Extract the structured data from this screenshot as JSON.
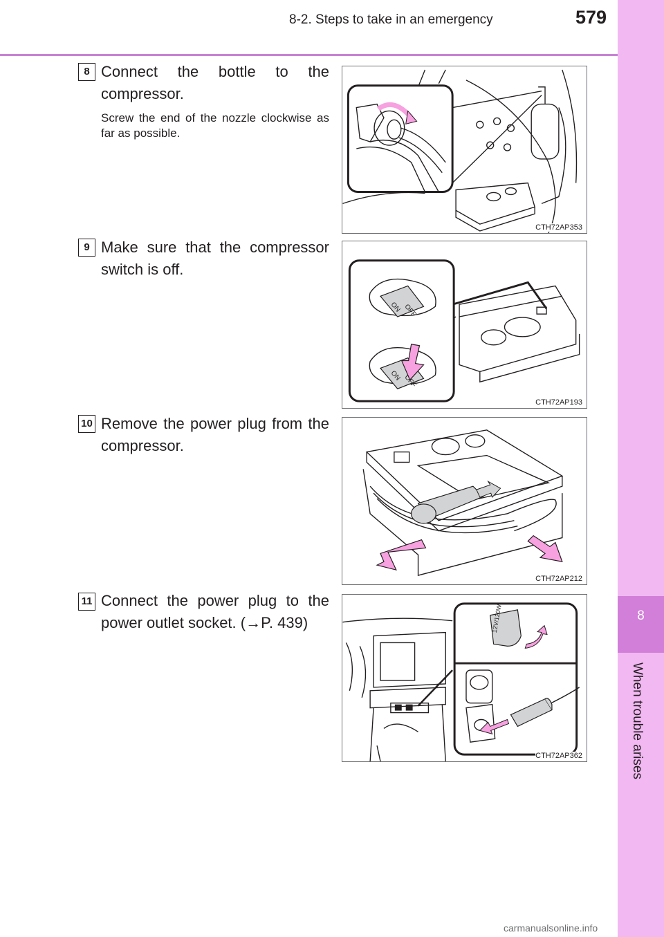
{
  "header": {
    "section": "8-2. Steps to take in an emergency",
    "page_number": "579"
  },
  "side_tab": {
    "chapter_number": "8",
    "chapter_title": "When trouble arises"
  },
  "steps": [
    {
      "number": "8",
      "text": "Connect the bottle to the compressor.",
      "subtext": "Screw the end of the nozzle clockwise as far as possible.",
      "figure_code": "CTH72AP353"
    },
    {
      "number": "9",
      "text": "Make sure that the compressor switch is off.",
      "figure_code": "CTH72AP193",
      "switch_on": "ON",
      "switch_off": "OFF"
    },
    {
      "number": "10",
      "text": "Remove the power plug from the compressor.",
      "figure_code": "CTH72AP212"
    },
    {
      "number": "11",
      "text": "Connect the power plug to the power outlet socket. (→P. 439)",
      "figure_code": "CTH72AP362",
      "cap_label": "12V/120W"
    }
  ],
  "watermark": "carmanualsonline.info",
  "colors": {
    "accent": "#c684d4",
    "tab": "#f2b8f2",
    "tab_dark": "#d27fd9",
    "arrow_pink": "#f7a1e0"
  }
}
